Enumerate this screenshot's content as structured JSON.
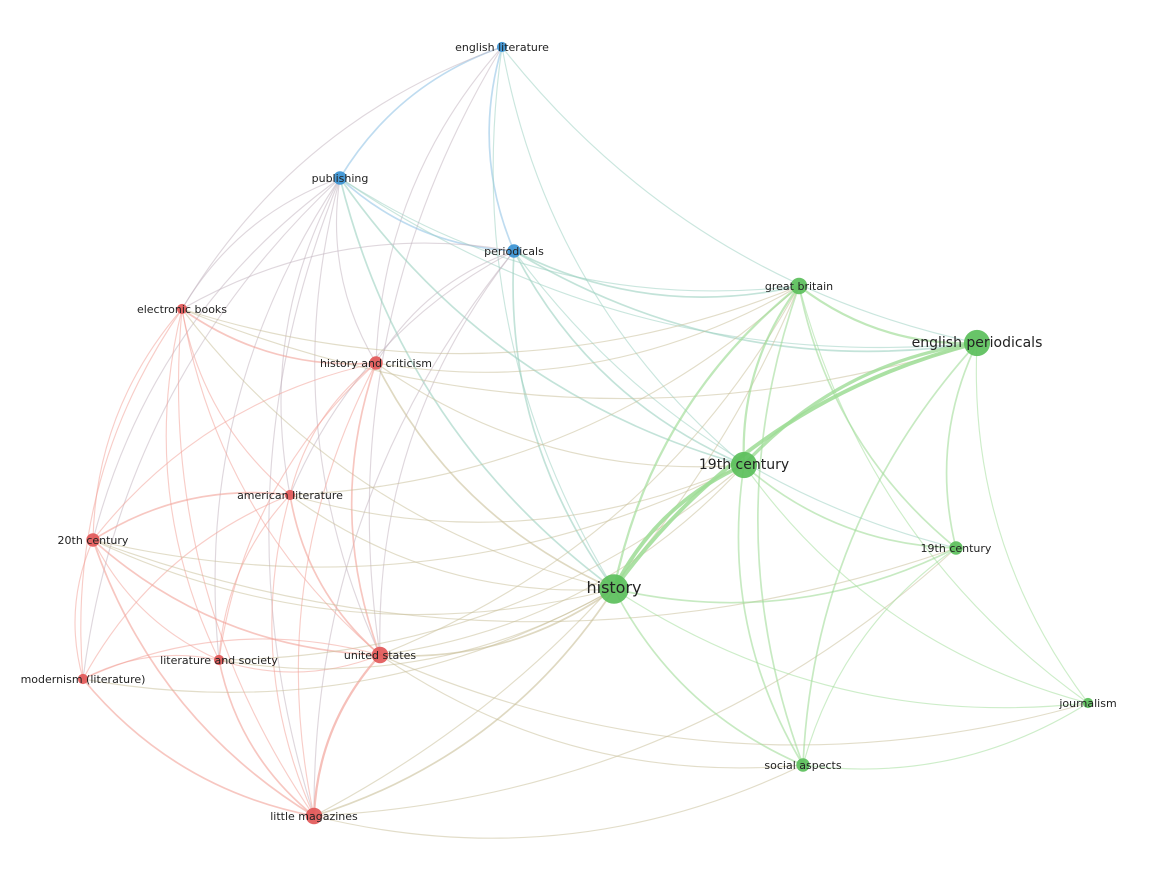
{
  "clusters": [
    {
      "id": "blue",
      "color": "#3a93d4",
      "edge_color": "#93c3e6"
    },
    {
      "id": "red",
      "color": "#e25858",
      "edge_color": "#f1a096"
    },
    {
      "id": "green",
      "color": "#5bbf5b",
      "edge_color": "#9fdc97"
    }
  ],
  "nodes": [
    {
      "id": "english-literature",
      "label": "english literature",
      "cluster": "blue",
      "weight": 1
    },
    {
      "id": "publishing",
      "label": "publishing",
      "cluster": "blue",
      "weight": 2
    },
    {
      "id": "periodicals",
      "label": "periodicals",
      "cluster": "blue",
      "weight": 2
    },
    {
      "id": "electronic-books",
      "label": "electronic books",
      "cluster": "red",
      "weight": 1
    },
    {
      "id": "history-and-criticism",
      "label": "history and criticism",
      "cluster": "red",
      "weight": 2
    },
    {
      "id": "american-literature",
      "label": "american literature",
      "cluster": "red",
      "weight": 1
    },
    {
      "id": "20th-century",
      "label": "20th century",
      "cluster": "red",
      "weight": 2
    },
    {
      "id": "literature-and-society",
      "label": "literature and society",
      "cluster": "red",
      "weight": 1
    },
    {
      "id": "united-states",
      "label": "united states",
      "cluster": "red",
      "weight": 3
    },
    {
      "id": "modernism-literature",
      "label": "modernism (literature)",
      "cluster": "red",
      "weight": 1
    },
    {
      "id": "little-magazines",
      "label": "little magazines",
      "cluster": "red",
      "weight": 3
    },
    {
      "id": "great-britain",
      "label": "great britain",
      "cluster": "green",
      "weight": 3
    },
    {
      "id": "english-periodicals",
      "label": "english periodicals",
      "cluster": "green",
      "weight": 6
    },
    {
      "id": "19th-century-major",
      "label": "19th century",
      "cluster": "green",
      "weight": 6
    },
    {
      "id": "19th-century-minor",
      "label": "19th century",
      "cluster": "green",
      "weight": 2
    },
    {
      "id": "history",
      "label": "history",
      "cluster": "green",
      "weight": 7
    },
    {
      "id": "journalism",
      "label": "journalism",
      "cluster": "green",
      "weight": 1
    },
    {
      "id": "social-aspects",
      "label": "social aspects",
      "cluster": "green",
      "weight": 2
    }
  ],
  "edges": [
    [
      "english-literature",
      "publishing",
      2
    ],
    [
      "english-literature",
      "periodicals",
      2
    ],
    [
      "english-literature",
      "history-and-criticism",
      1
    ],
    [
      "english-literature",
      "history",
      1
    ],
    [
      "english-literature",
      "19th-century-major",
      1
    ],
    [
      "english-literature",
      "english-periodicals",
      1
    ],
    [
      "english-literature",
      "electronic-books",
      1
    ],
    [
      "english-literature",
      "united-states",
      1
    ],
    [
      "publishing",
      "periodicals",
      2
    ],
    [
      "publishing",
      "electronic-books",
      1
    ],
    [
      "publishing",
      "history-and-criticism",
      1
    ],
    [
      "publishing",
      "history",
      2
    ],
    [
      "publishing",
      "19th-century-major",
      2
    ],
    [
      "publishing",
      "great-britain",
      1
    ],
    [
      "publishing",
      "english-periodicals",
      1
    ],
    [
      "publishing",
      "american-literature",
      1
    ],
    [
      "publishing",
      "20th-century",
      1
    ],
    [
      "publishing",
      "united-states",
      1
    ],
    [
      "publishing",
      "literature-and-society",
      1
    ],
    [
      "publishing",
      "little-magazines",
      1
    ],
    [
      "publishing",
      "modernism-literature",
      1
    ],
    [
      "periodicals",
      "great-britain",
      2
    ],
    [
      "periodicals",
      "english-periodicals",
      2
    ],
    [
      "periodicals",
      "19th-century-major",
      2
    ],
    [
      "periodicals",
      "history",
      2
    ],
    [
      "periodicals",
      "electronic-books",
      1
    ],
    [
      "periodicals",
      "history-and-criticism",
      1
    ],
    [
      "periodicals",
      "american-literature",
      1
    ],
    [
      "periodicals",
      "united-states",
      1
    ],
    [
      "periodicals",
      "19th-century-minor",
      1
    ],
    [
      "periodicals",
      "little-magazines",
      1
    ],
    [
      "electronic-books",
      "history-and-criticism",
      2
    ],
    [
      "electronic-books",
      "american-literature",
      1
    ],
    [
      "electronic-books",
      "20th-century",
      1
    ],
    [
      "electronic-books",
      "united-states",
      1
    ],
    [
      "electronic-books",
      "literature-and-society",
      1
    ],
    [
      "electronic-books",
      "modernism-literature",
      1
    ],
    [
      "electronic-books",
      "little-magazines",
      1
    ],
    [
      "electronic-books",
      "history",
      1
    ],
    [
      "electronic-books",
      "great-britain",
      1
    ],
    [
      "electronic-books",
      "english-periodicals",
      1
    ],
    [
      "history-and-criticism",
      "american-literature",
      1
    ],
    [
      "history-and-criticism",
      "20th-century",
      1
    ],
    [
      "history-and-criticism",
      "united-states",
      2
    ],
    [
      "history-and-criticism",
      "literature-and-society",
      1
    ],
    [
      "history-and-criticism",
      "little-magazines",
      1
    ],
    [
      "history-and-criticism",
      "history",
      2
    ],
    [
      "history-and-criticism",
      "19th-century-major",
      1
    ],
    [
      "history-and-criticism",
      "great-britain",
      1
    ],
    [
      "american-literature",
      "20th-century",
      2
    ],
    [
      "american-literature",
      "united-states",
      2
    ],
    [
      "american-literature",
      "literature-and-society",
      1
    ],
    [
      "american-literature",
      "modernism-literature",
      1
    ],
    [
      "american-literature",
      "little-magazines",
      1
    ],
    [
      "american-literature",
      "history",
      1
    ],
    [
      "american-literature",
      "19th-century-major",
      1
    ],
    [
      "american-literature",
      "great-britain",
      1
    ],
    [
      "20th-century",
      "united-states",
      2
    ],
    [
      "20th-century",
      "literature-and-society",
      1
    ],
    [
      "20th-century",
      "modernism-literature",
      1
    ],
    [
      "20th-century",
      "little-magazines",
      2
    ],
    [
      "20th-century",
      "history",
      1
    ],
    [
      "20th-century",
      "19th-century-major",
      1
    ],
    [
      "20th-century",
      "19th-century-minor",
      1
    ],
    [
      "literature-and-society",
      "united-states",
      1
    ],
    [
      "literature-and-society",
      "modernism-literature",
      1
    ],
    [
      "literature-and-society",
      "little-magazines",
      2
    ],
    [
      "literature-and-society",
      "history",
      1
    ],
    [
      "literature-and-society",
      "19th-century-major",
      1
    ],
    [
      "united-states",
      "modernism-literature",
      1
    ],
    [
      "united-states",
      "little-magazines",
      3
    ],
    [
      "united-states",
      "history",
      2
    ],
    [
      "united-states",
      "19th-century-major",
      1
    ],
    [
      "united-states",
      "great-britain",
      1
    ],
    [
      "united-states",
      "social-aspects",
      1
    ],
    [
      "united-states",
      "journalism",
      1
    ],
    [
      "modernism-literature",
      "little-magazines",
      2
    ],
    [
      "modernism-literature",
      "history",
      1
    ],
    [
      "little-magazines",
      "history",
      2
    ],
    [
      "little-magazines",
      "great-britain",
      1
    ],
    [
      "little-magazines",
      "social-aspects",
      1
    ],
    [
      "little-magazines",
      "19th-century-minor",
      1
    ],
    [
      "great-britain",
      "english-periodicals",
      3
    ],
    [
      "great-britain",
      "19th-century-major",
      3
    ],
    [
      "great-britain",
      "history",
      3
    ],
    [
      "great-britain",
      "19th-century-minor",
      2
    ],
    [
      "great-britain",
      "social-aspects",
      2
    ],
    [
      "great-britain",
      "journalism",
      1
    ],
    [
      "english-periodicals",
      "19th-century-major",
      5
    ],
    [
      "english-periodicals",
      "history",
      6
    ],
    [
      "english-periodicals",
      "19th-century-minor",
      2
    ],
    [
      "english-periodicals",
      "social-aspects",
      2
    ],
    [
      "english-periodicals",
      "journalism",
      1
    ],
    [
      "19th-century-major",
      "history",
      6
    ],
    [
      "19th-century-major",
      "19th-century-minor",
      2
    ],
    [
      "19th-century-major",
      "social-aspects",
      2
    ],
    [
      "19th-century-major",
      "journalism",
      1
    ],
    [
      "history",
      "19th-century-minor",
      2
    ],
    [
      "history",
      "social-aspects",
      2
    ],
    [
      "history",
      "journalism",
      1
    ],
    [
      "19th-century-minor",
      "social-aspects",
      1
    ],
    [
      "social-aspects",
      "journalism",
      1
    ]
  ]
}
